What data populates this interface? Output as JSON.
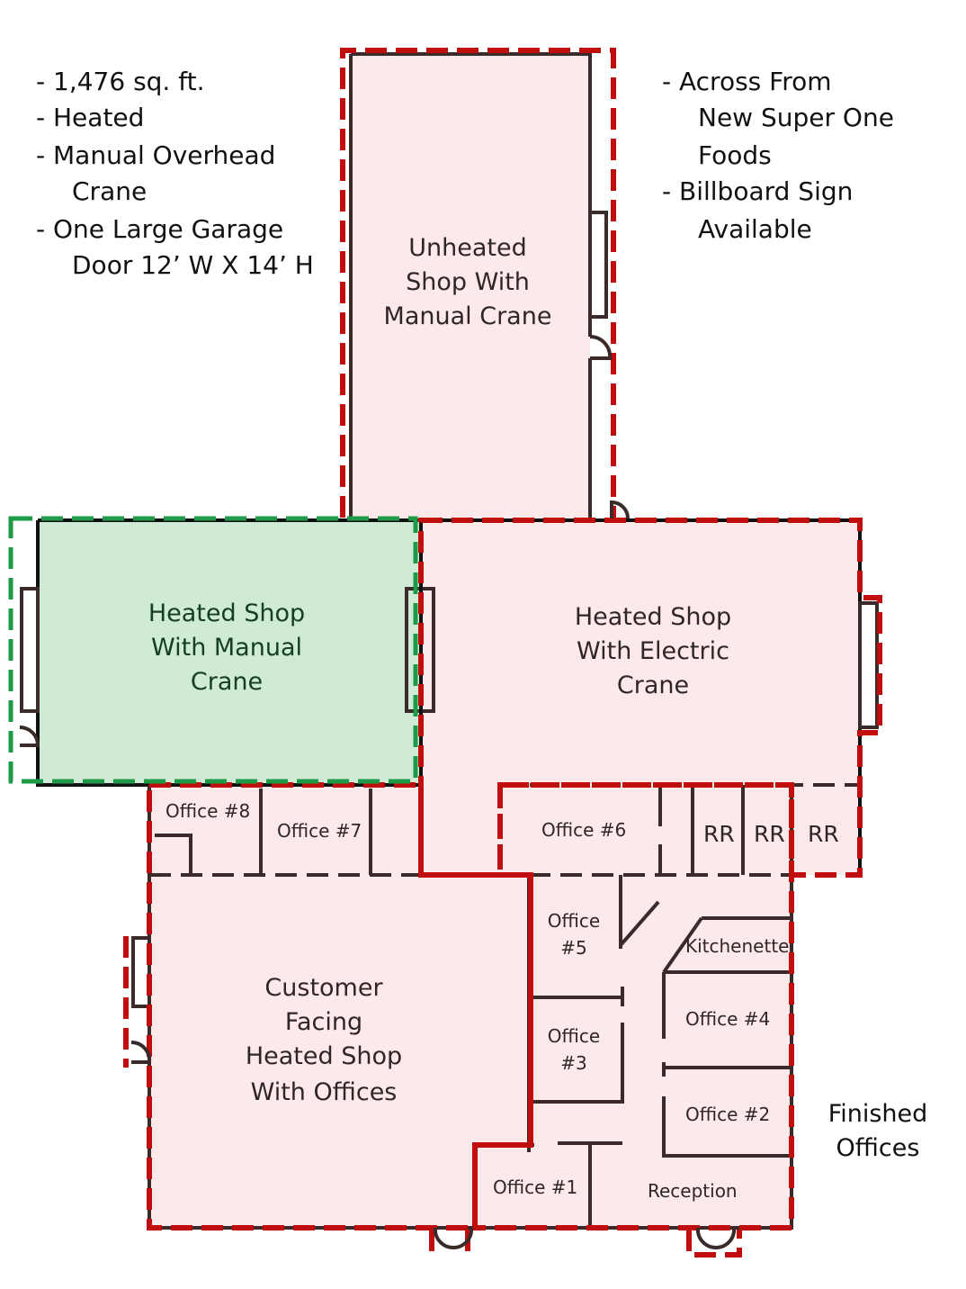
{
  "notes_left": [
    "- 1,476 sq. ft.",
    "- Heated",
    "- Manual Overhead",
    "Crane",
    "- One Large Garage",
    "Door 12’ W X 14’ H"
  ],
  "notes_right": [
    "- Across From",
    "New Super One",
    "Foods",
    "- Billboard Sign",
    "Available"
  ],
  "rooms": {
    "unheated_shop": [
      "Unheated",
      "Shop With",
      "Manual Crane"
    ],
    "heated_shop_manual": [
      "Heated Shop",
      "With Manual",
      "Crane"
    ],
    "heated_shop_electric": [
      "Heated Shop",
      "With Electric",
      "Crane"
    ],
    "customer_shop": [
      "Customer",
      "Facing",
      "Heated Shop",
      "With Offices"
    ],
    "office_8": "Office #8",
    "office_7": "Office #7",
    "office_6": "Office #6",
    "restroom_1": "RR",
    "restroom_2": "RR",
    "restroom_3": "RR",
    "office_5": [
      "Office",
      "#5"
    ],
    "kitchenette": "Kitchenette",
    "office_4": "Office #4",
    "office_3": [
      "Office",
      "#3"
    ],
    "office_2": "Office #2",
    "office_1": "Office #1",
    "reception": "Reception"
  },
  "finished_offices": [
    "Finished",
    "Offices"
  ],
  "colors": {
    "available_fill": "#cfead5",
    "available_outline": "#1f9a48",
    "other_fill": "#fde9ea",
    "other_outline": "#c00d0d"
  }
}
